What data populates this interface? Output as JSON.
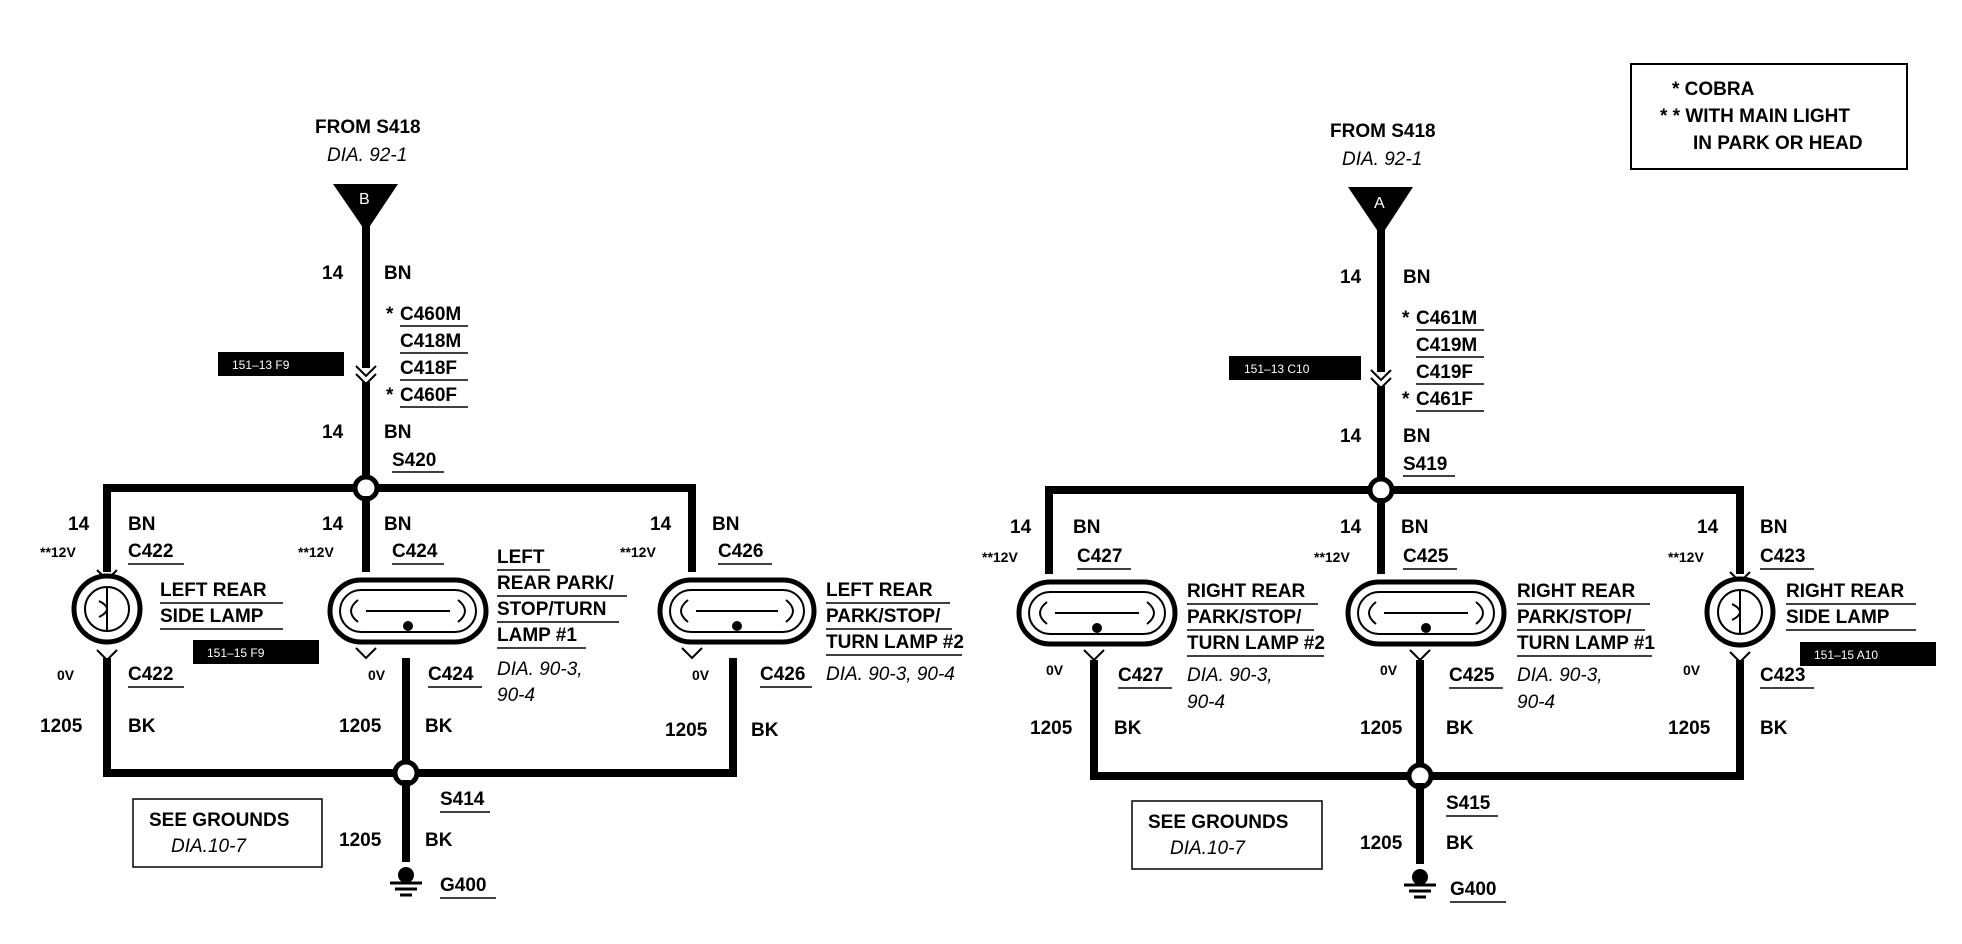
{
  "legend": {
    "line1": "* COBRA",
    "line2": "* * WITH MAIN LIGHT",
    "line3": "IN PARK OR HEAD"
  },
  "left": {
    "from_label": "FROM S418",
    "from_ref": "DIA. 92-1",
    "tri_letter": "B",
    "top_gauge": "14",
    "top_color": "BN",
    "conn1": "C460M",
    "conn2": "C418M",
    "conn3": "C418F",
    "conn4": "C460F",
    "locator": "151–13  F9",
    "mid_gauge": "14",
    "mid_color": "BN",
    "splice": "S420",
    "lamp_a": {
      "gauge": "14",
      "color": "BN",
      "volt_hi": "**12V",
      "conn_top": "C422",
      "name1": "LEFT REAR",
      "name2": "SIDE LAMP",
      "locator": "151–15  F9",
      "volt_lo": "0V",
      "conn_bot": "C422",
      "gnd_gauge": "1205",
      "gnd_color": "BK"
    },
    "lamp_b": {
      "gauge": "14",
      "color": "BN",
      "volt_hi": "**12V",
      "conn_top": "C424",
      "name1": "LEFT",
      "name2": "REAR PARK/",
      "name3": "STOP/TURN",
      "name4": "LAMP #1",
      "ref1": "DIA. 90-3,",
      "ref2": "90-4",
      "volt_lo": "0V",
      "conn_bot": "C424",
      "gnd_gauge": "1205",
      "gnd_color": "BK"
    },
    "lamp_c": {
      "gauge": "14",
      "color": "BN",
      "volt_hi": "**12V",
      "conn_top": "C426",
      "name1": "LEFT REAR",
      "name2": "PARK/STOP/",
      "name3": "TURN LAMP #2",
      "ref1": "DIA. 90-3, 90-4",
      "volt_lo": "0V",
      "conn_bot": "C426",
      "gnd_gauge": "1205",
      "gnd_color": "BK"
    },
    "ground_splice": "S414",
    "see_grounds": "SEE GROUNDS",
    "see_grounds_ref": "DIA.10-7",
    "ground_gauge": "1205",
    "ground_color": "BK",
    "ground_point": "G400"
  },
  "right": {
    "from_label": "FROM S418",
    "from_ref": "DIA. 92-1",
    "tri_letter": "A",
    "top_gauge": "14",
    "top_color": "BN",
    "conn1": "C461M",
    "conn2": "C419M",
    "conn3": "C419F",
    "conn4": "C461F",
    "locator": "151–13  C10",
    "mid_gauge": "14",
    "mid_color": "BN",
    "splice": "S419",
    "lamp_a": {
      "gauge": "14",
      "color": "BN",
      "volt_hi": "**12V",
      "conn_top": "C427",
      "name1": "RIGHT REAR",
      "name2": "PARK/STOP/",
      "name3": "TURN LAMP #2",
      "ref1": "DIA. 90-3,",
      "ref2": "90-4",
      "volt_lo": "0V",
      "conn_bot": "C427",
      "gnd_gauge": "1205",
      "gnd_color": "BK"
    },
    "lamp_b": {
      "gauge": "14",
      "color": "BN",
      "volt_hi": "**12V",
      "conn_top": "C425",
      "name1": "RIGHT REAR",
      "name2": "PARK/STOP/",
      "name3": "TURN LAMP #1",
      "ref1": "DIA. 90-3,",
      "ref2": "90-4",
      "volt_lo": "0V",
      "conn_bot": "C425",
      "gnd_gauge": "1205",
      "gnd_color": "BK"
    },
    "lamp_c": {
      "gauge": "14",
      "color": "BN",
      "volt_hi": "**12V",
      "conn_top": "C423",
      "name1": "RIGHT REAR",
      "name2": "SIDE LAMP",
      "locator": "151–15  A10",
      "volt_lo": "0V",
      "conn_bot": "C423",
      "gnd_gauge": "1205",
      "gnd_color": "BK"
    },
    "ground_splice": "S415",
    "see_grounds": "SEE GROUNDS",
    "see_grounds_ref": "DIA.10-7",
    "ground_gauge": "1205",
    "ground_color": "BK",
    "ground_point": "G400"
  }
}
